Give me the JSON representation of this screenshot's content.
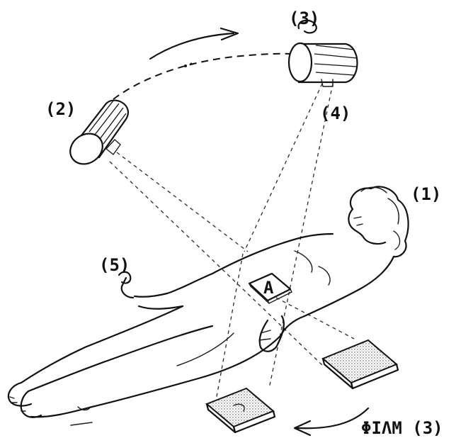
{
  "labels": {
    "patient": "(1)",
    "source_start": "(2)",
    "source_end": "(3)",
    "beam_axis": "(4)",
    "dosimeter": "(5)",
    "film": "ΦΙΛΜ (3)",
    "marker_letter": "A"
  },
  "icons": {
    "rotation_arrow": "arrow-icon",
    "film_return_arrow": "curved-arrow-icon"
  }
}
